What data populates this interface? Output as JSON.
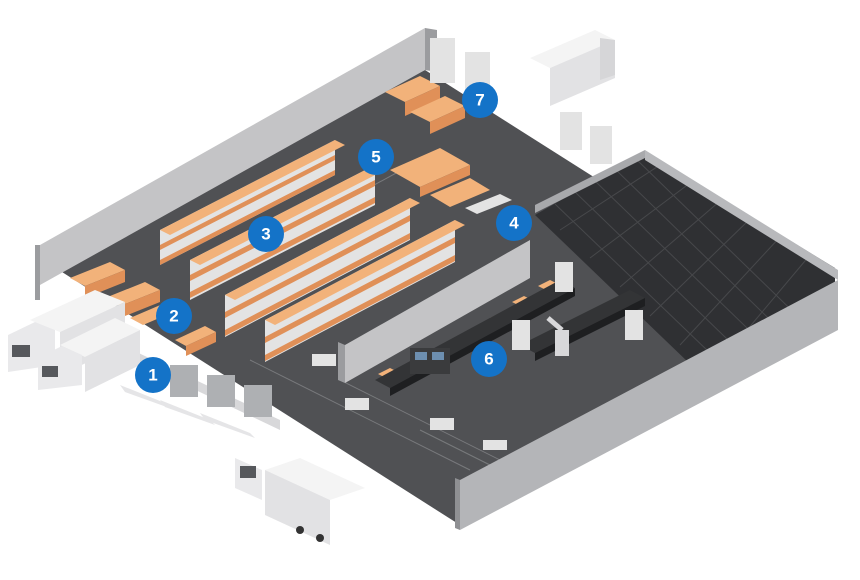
{
  "colors": {
    "marker": "#1473c8",
    "marker_text": "#ffffff",
    "floor": "#505154",
    "floor_dark": "#3c3d40",
    "wall": "#c4c4c6",
    "wall_shade": "#9b9c9f",
    "box": "#f2b27a",
    "box_shade": "#e09058",
    "rack": "#e3e3e3",
    "grid_floor": "#2f3033",
    "truck": "#f4f4f4"
  },
  "markers": [
    {
      "id": "1",
      "label": "1"
    },
    {
      "id": "2",
      "label": "2"
    },
    {
      "id": "3",
      "label": "3"
    },
    {
      "id": "4",
      "label": "4"
    },
    {
      "id": "5",
      "label": "5"
    },
    {
      "id": "6",
      "label": "6"
    },
    {
      "id": "7",
      "label": "7"
    }
  ]
}
